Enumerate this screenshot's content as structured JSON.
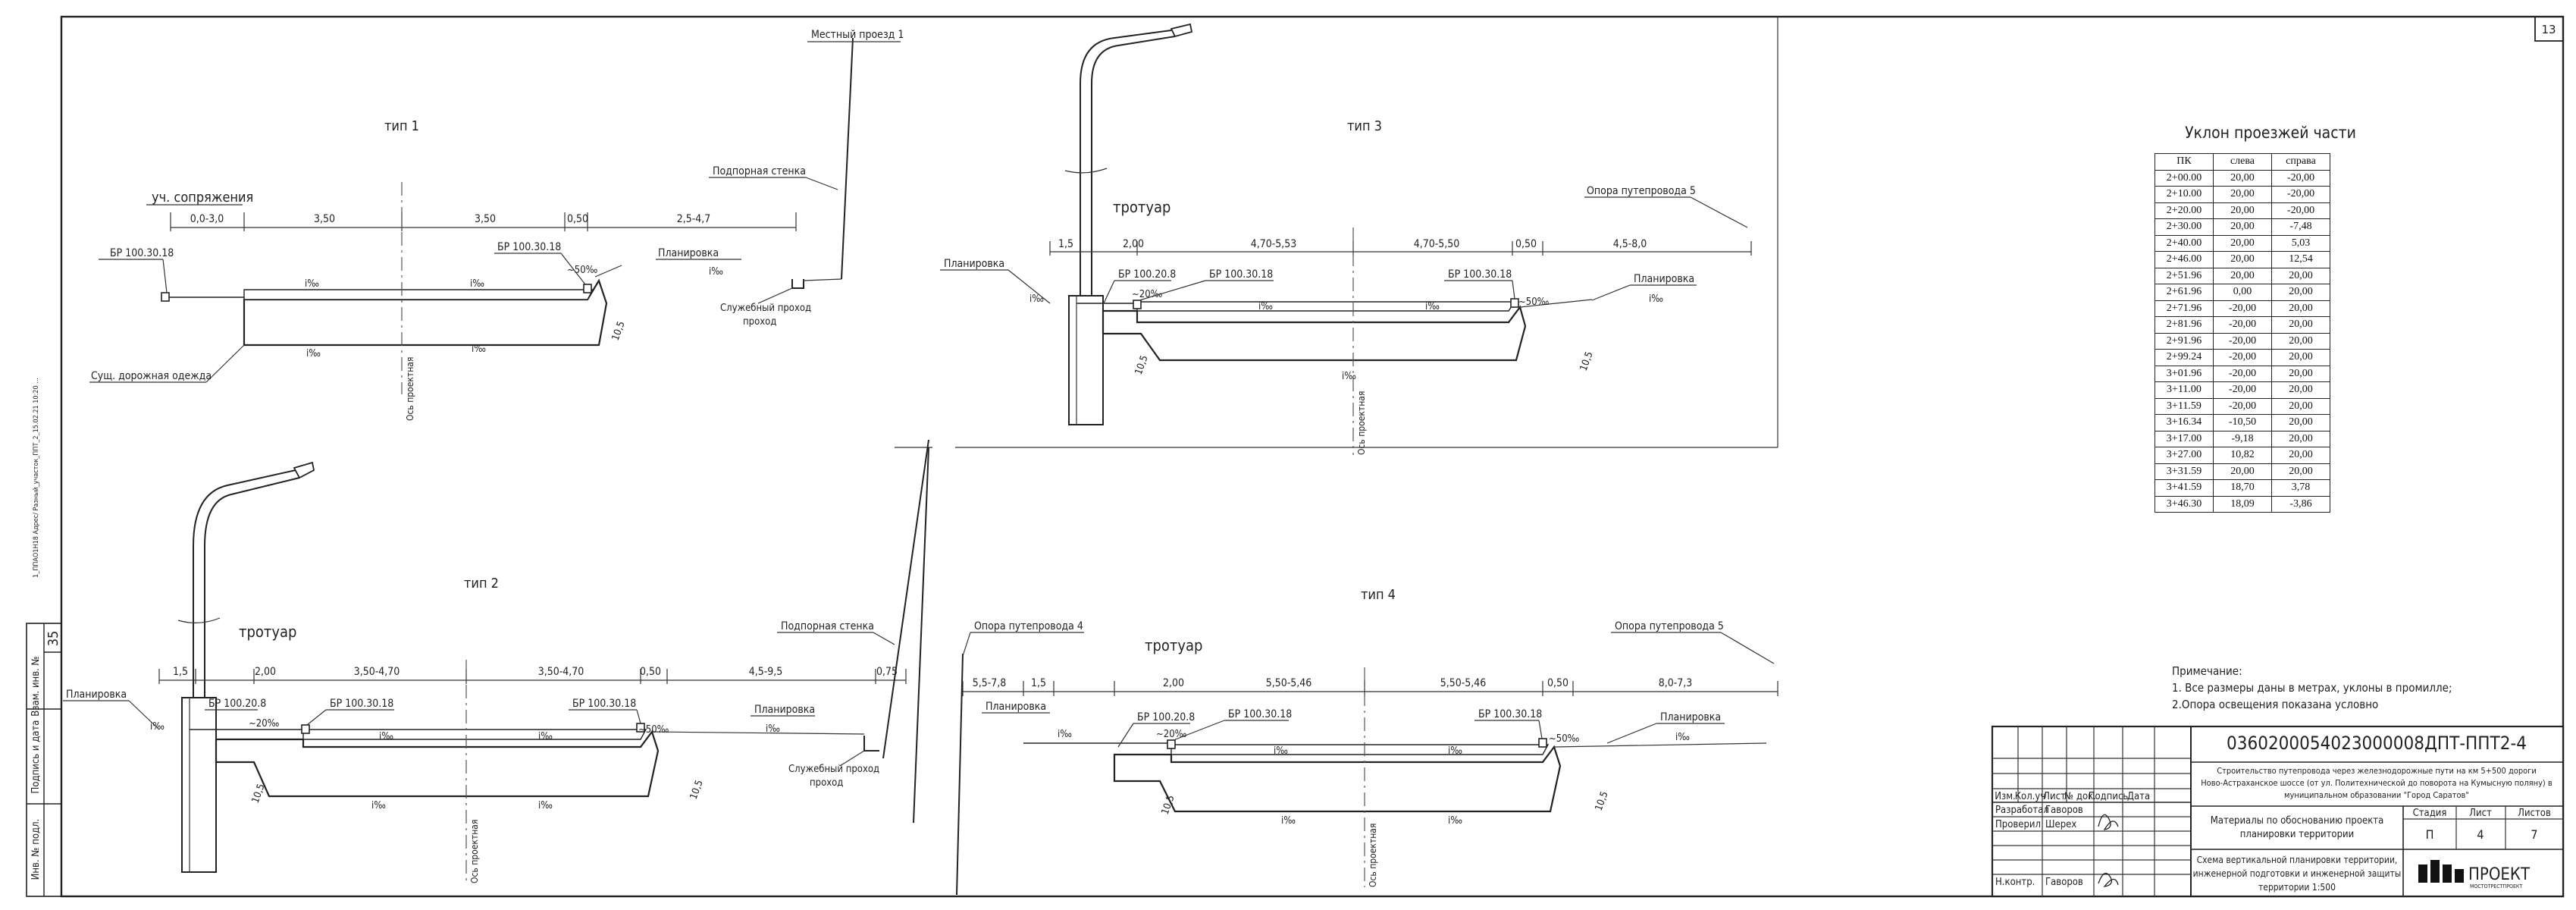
{
  "sheet": {
    "number": "13"
  },
  "left_margin": {
    "file_ref": "1_ППАО1Н18 Адрес/ Разный_участок_ППТ_2_15.02.21 10:20 ...",
    "cells": [
      "Взам. инв. №",
      "Подпись и дата",
      "Инв. № подл.",
      "35"
    ]
  },
  "type1": {
    "title": "тип 1",
    "labels": {
      "junction": "уч. сопряжения",
      "local": "Местный проезд 1",
      "retwall": "Подпорная стенка",
      "plan": "Планировка",
      "service": "Служебный проход",
      "existing": "Сущ. дорожная одежда",
      "axis": "Ось проектная"
    },
    "dims": [
      "0,0-3,0",
      "3,50",
      "3,50",
      "0,50",
      "2,5-4,7"
    ],
    "curbs": [
      "БР 100.30.18",
      "БР 100.30.18"
    ],
    "slopes": [
      "i‰",
      "i‰",
      "i‰",
      "i‰",
      "i‰",
      "~50‰",
      "10,5"
    ]
  },
  "type2": {
    "title": "тип 2",
    "labels": {
      "sidewalk": "тротуар",
      "plan_l": "Планировка",
      "retwall": "Подпорная стенка",
      "plan_r": "Планировка",
      "service": "Служебный проход",
      "axis": "Ось проектная"
    },
    "dims": [
      "1,5",
      "2,00",
      "3,50-4,70",
      "3,50-4,70",
      "0,50",
      "4,5-9,5",
      "0,75"
    ],
    "curbs": [
      "БР 100.20.8",
      "БР 100.30.18",
      "БР 100.30.18"
    ],
    "slopes": [
      "i‰",
      "~20‰",
      "i‰",
      "i‰",
      "~50‰",
      "i‰",
      "i‰",
      "i‰",
      "10,5",
      "10,5"
    ]
  },
  "type3": {
    "title": "тип 3",
    "labels": {
      "sidewalk": "тротуар",
      "plan_l": "Планировка",
      "pier": "Опора путепровода 5",
      "plan_r": "Планировка",
      "axis": "Ось проектная"
    },
    "dims": [
      "1,5",
      "2,00",
      "4,70-5,53",
      "4,70-5,50",
      "0,50",
      "4,5-8,0"
    ],
    "curbs": [
      "БР 100.20.8",
      "БР 100.30.18",
      "БР 100.30.18"
    ],
    "slopes": [
      "i‰",
      "~20‰",
      "i‰",
      "i‰",
      "~50‰",
      "i‰",
      "i‰",
      "10,5",
      "10,5"
    ]
  },
  "type4": {
    "title": "тип 4",
    "labels": {
      "sidewalk": "тротуар",
      "pier_l": "Опора путепровода 4",
      "plan_l": "Планировка",
      "pier_r": "Опора путепровода 5",
      "plan_r": "Планировка",
      "axis": "Ось проектная"
    },
    "dims": [
      "5,5-7,8",
      "1,5",
      "2,00",
      "5,50-5,46",
      "5,50-5,46",
      "0,50",
      "8,0-7,3"
    ],
    "curbs": [
      "БР 100.20.8",
      "БР 100.30.18",
      "БР 100.30.18"
    ],
    "slopes": [
      "i‰",
      "~20‰",
      "i‰",
      "i‰",
      "~50‰",
      "i‰",
      "i‰",
      "i‰",
      "10,5",
      "10,5"
    ]
  },
  "slope_table": {
    "title": "Уклон проезжей части",
    "headers": [
      "ПК",
      "слева",
      "справа"
    ],
    "rows": [
      [
        "2+00.00",
        "20,00",
        "-20,00"
      ],
      [
        "2+10.00",
        "20,00",
        "-20,00"
      ],
      [
        "2+20.00",
        "20,00",
        "-20,00"
      ],
      [
        "2+30.00",
        "20,00",
        "-7,48"
      ],
      [
        "2+40.00",
        "20,00",
        "5,03"
      ],
      [
        "2+46.00",
        "20,00",
        "12,54"
      ],
      [
        "2+51.96",
        "20,00",
        "20,00"
      ],
      [
        "2+61.96",
        "0,00",
        "20,00"
      ],
      [
        "2+71.96",
        "-20,00",
        "20,00"
      ],
      [
        "2+81.96",
        "-20,00",
        "20,00"
      ],
      [
        "2+91.96",
        "-20,00",
        "20,00"
      ],
      [
        "2+99.24",
        "-20,00",
        "20,00"
      ],
      [
        "3+01.96",
        "-20,00",
        "20,00"
      ],
      [
        "3+11.00",
        "-20,00",
        "20,00"
      ],
      [
        "3+11.59",
        "-20,00",
        "20,00"
      ],
      [
        "3+16.34",
        "-10,50",
        "20,00"
      ],
      [
        "3+17.00",
        "-9,18",
        "20,00"
      ],
      [
        "3+27.00",
        "10,82",
        "20,00"
      ],
      [
        "3+31.59",
        "20,00",
        "20,00"
      ],
      [
        "3+41.59",
        "18,70",
        "3,78"
      ],
      [
        "3+46.30",
        "18,09",
        "-3,86"
      ]
    ]
  },
  "notes": {
    "title": "Примечание:",
    "items": [
      "1. Все размеры даны в метрах, уклоны в промилле;",
      "2.Опора освещения показана условно"
    ]
  },
  "stamp": {
    "code": "0360200054023000008ДПТ-ППТ2-4",
    "description": [
      "Строительство путепровода через железнодорожные пути на км 5+500 дороги",
      "Ново-Астраханское шоссе (от ул. Политехнической до поворота на Кумысную поляну) в",
      "муниципальном образовании \"Город Саратов\""
    ],
    "section": [
      "Материалы по обоснованию проекта",
      "планировки территории"
    ],
    "sheet_title": [
      "Схема вертикальной планировки территории,",
      "инженерной подготовки и инженерной защиты",
      "территории 1:500"
    ],
    "head": [
      "Изм.",
      "Кол.уч",
      "Лист",
      "№ док.",
      "Подпись",
      "Дата"
    ],
    "roles": [
      {
        "role": "Разработал",
        "name": "Гаворов"
      },
      {
        "role": "Проверил",
        "name": "Шерех"
      },
      {
        "role": "Н.контр.",
        "name": "Гаворов"
      }
    ],
    "stage_head": [
      "Стадия",
      "Лист",
      "Листов"
    ],
    "stage_vals": [
      "П",
      "4",
      "7"
    ],
    "logo": "ПРОЕКТ",
    "logo_sub": "МОСТОТРЕСТПРОЕКТ"
  }
}
